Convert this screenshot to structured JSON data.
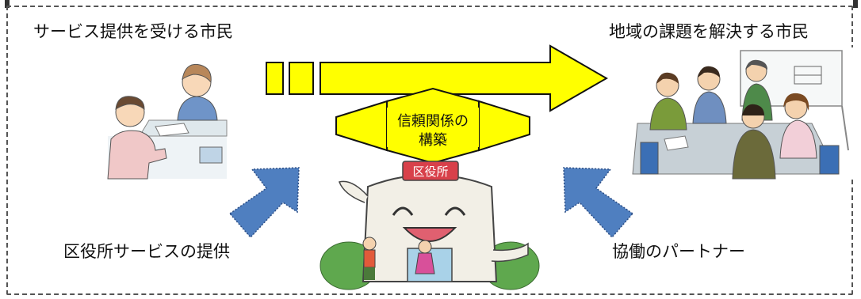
{
  "labels": {
    "citizen_receiving": "サービス提供を受ける市民",
    "citizen_solving": "地域の課題を解決する市民",
    "ward_service": "区役所サービスの提供",
    "partner": "協働のパートナー",
    "trust_line1": "信頼関係の",
    "trust_line2": "構築",
    "ward_office_sign": "区役所"
  },
  "colors": {
    "arrow_yellow": "#ffff00",
    "arrow_outline": "#111111",
    "blue_arrow": "#4f7fc0",
    "frame": "#555555"
  },
  "icons": [
    "counter-service-scene",
    "group-meeting-scene",
    "ward-office-mascot",
    "progress-arrow",
    "trust-arrow",
    "support-arrow"
  ]
}
